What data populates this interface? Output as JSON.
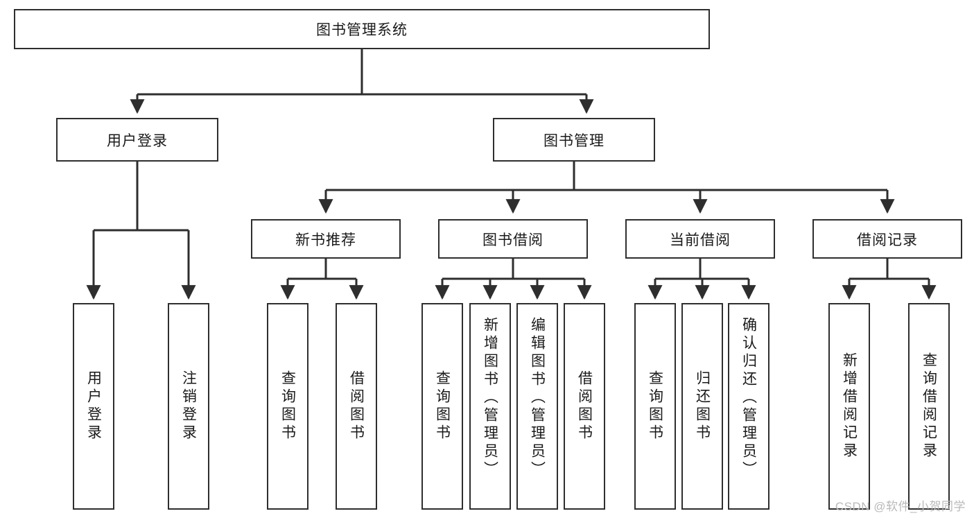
{
  "diagram": {
    "type": "tree-hierarchy-chart",
    "title": "图书管理系统",
    "root": {
      "label": "图书管理系统"
    },
    "level2": [
      {
        "id": "user-login",
        "label": "用户登录"
      },
      {
        "id": "book-manage",
        "label": "图书管理"
      }
    ],
    "level3": [
      {
        "id": "new-book-recommend",
        "label": "新书推荐"
      },
      {
        "id": "book-borrow",
        "label": "图书借阅"
      },
      {
        "id": "current-borrow",
        "label": "当前借阅"
      },
      {
        "id": "borrow-record",
        "label": "借阅记录"
      }
    ],
    "leaves": [
      {
        "id": "leaf-user-login",
        "label": "用户登录",
        "parent": "user-login"
      },
      {
        "id": "leaf-user-logout",
        "label": "注销登录",
        "parent": "user-login"
      },
      {
        "id": "leaf-query-book-1",
        "label": "查询图书",
        "parent": "new-book-recommend"
      },
      {
        "id": "leaf-borrow-book-1",
        "label": "借阅图书",
        "parent": "new-book-recommend"
      },
      {
        "id": "leaf-query-book-2",
        "label": "查询图书",
        "parent": "book-borrow"
      },
      {
        "id": "leaf-add-book",
        "label": "新增图书（管理员）",
        "parent": "book-borrow"
      },
      {
        "id": "leaf-edit-book",
        "label": "编辑图书（管理员）",
        "parent": "book-borrow"
      },
      {
        "id": "leaf-borrow-book-2",
        "label": "借阅图书",
        "parent": "book-borrow"
      },
      {
        "id": "leaf-query-book-3",
        "label": "查询图书",
        "parent": "current-borrow"
      },
      {
        "id": "leaf-return-book",
        "label": "归还图书",
        "parent": "current-borrow"
      },
      {
        "id": "leaf-confirm-return",
        "label": "确认归还（管理员）",
        "parent": "current-borrow"
      },
      {
        "id": "leaf-add-record",
        "label": "新增借阅记录",
        "parent": "borrow-record"
      },
      {
        "id": "leaf-query-record",
        "label": "查询借阅记录",
        "parent": "borrow-record"
      }
    ],
    "colors": {
      "stroke": "#2e2e2e",
      "fill": "#ffffff",
      "text": "#1a1a1a",
      "watermark": "#b9b9b9"
    }
  },
  "watermark": {
    "text": "CSDN @软件_小贺同学"
  }
}
